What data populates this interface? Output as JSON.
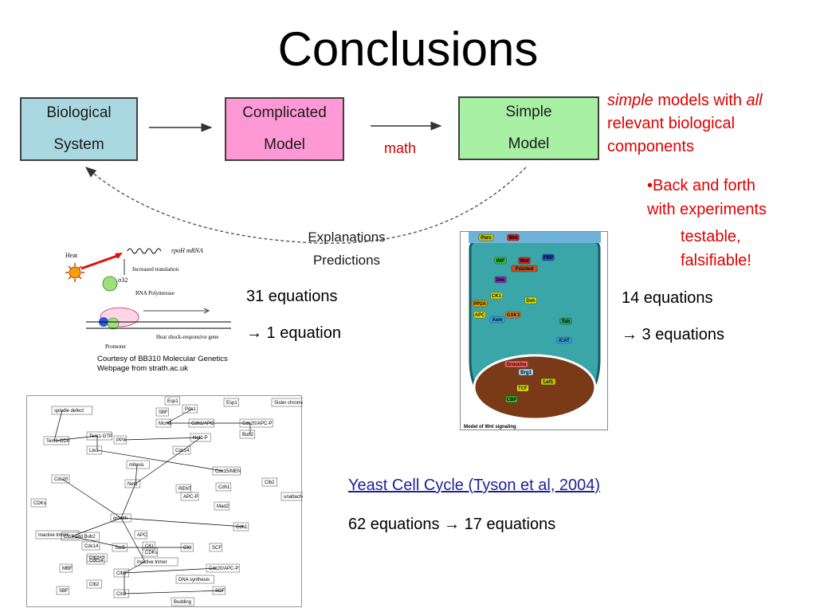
{
  "title": "Conclusions",
  "flow": {
    "box1_line1": "Biological",
    "box1_line2": "System",
    "box2_line1": "Complicated",
    "box2_line2": "Model",
    "box3_line1": "Simple",
    "box3_line2": "Model",
    "math_label": "math",
    "explanations": "Explanations",
    "predictions": "Predictions"
  },
  "notes": {
    "simple_word": "simple",
    "models_with": " models with ",
    "all_word": "all",
    "relevant_line": "relevant biological",
    "components_line": "components",
    "back_forth_1": "•Back and forth",
    "back_forth_2": "with experiments",
    "testable": "testable,",
    "falsifiable": "falsifiable!"
  },
  "equations": {
    "heat_from": "31 equations",
    "heat_to": "→ 1 equation",
    "wnt_from": "14 equations",
    "wnt_to": "→ 3 equations",
    "yeast_link": "Yeast Cell Cycle (Tyson et al, 2004)",
    "yeast_eq": "62 equations → 17 equations"
  },
  "heat_figure": {
    "heat": "Heat",
    "rpoh": "rpoH mRNA",
    "increased_translation": "Increased translation",
    "sigma": "σ32",
    "rna_pol": "RNA Polymerase",
    "promoter": "Promoter",
    "gene": "Heat shock-responsive gene",
    "courtesy_1": "Courtesy of BB310 Molecular Genetics",
    "courtesy_2": "Webpage from strath.ac.uk"
  },
  "wnt_figure": {
    "caption": "Model of Wnt signaling",
    "labels": [
      "Porc",
      "Wnt",
      "WIF",
      "Wnt",
      "FRP",
      "Frizzled",
      "Dkk",
      "Dsh",
      "CK1",
      "PP2A",
      "Axin",
      "APC",
      "GSK3",
      "Tsh",
      "ICAT",
      "Groucho",
      "TCF",
      "Lef1",
      "CBP",
      "Brg1"
    ]
  },
  "yeast_figure": {
    "labels": [
      "spindle defect",
      "Esp1",
      "Pds1",
      "Esp1",
      "Sister chromatid separation",
      "SBF",
      "Mcm1",
      "Cdh1/APC",
      "Cdc20/APC-P",
      "Bub2",
      "Tem1-GDP",
      "Tem1-GTP",
      "Lte1",
      "PPX",
      "Net1-P",
      "Cdc14",
      "Cdc15/MEN",
      "mitosis",
      "Cdc20",
      "Net1",
      "RENT",
      "Cdh1",
      "APC-P",
      "Mad2",
      "unattached kinetochores",
      "CDKs",
      "growth",
      "Clb2",
      "Cdh1",
      "APC",
      "Inactive trimer",
      "Clb3 and Bub2",
      "Cdc14",
      "Swi5",
      "CKI",
      "CDKs",
      "Cdc14",
      "CKI",
      "SCF",
      "Clb2+?",
      "Inactive trimer",
      "MBF",
      "Clb5",
      "Cdc20/APC-P",
      "DNA synthesis",
      "Clb2",
      "SBF",
      "Cln2",
      "SCF",
      "Budding"
    ]
  },
  "colors": {
    "box_bio": "#a9d8e1",
    "box_complicated": "#ff99d6",
    "box_simple": "#a8f0a3",
    "accent_red": "#e00000",
    "link_blue": "#1f1f9a"
  }
}
